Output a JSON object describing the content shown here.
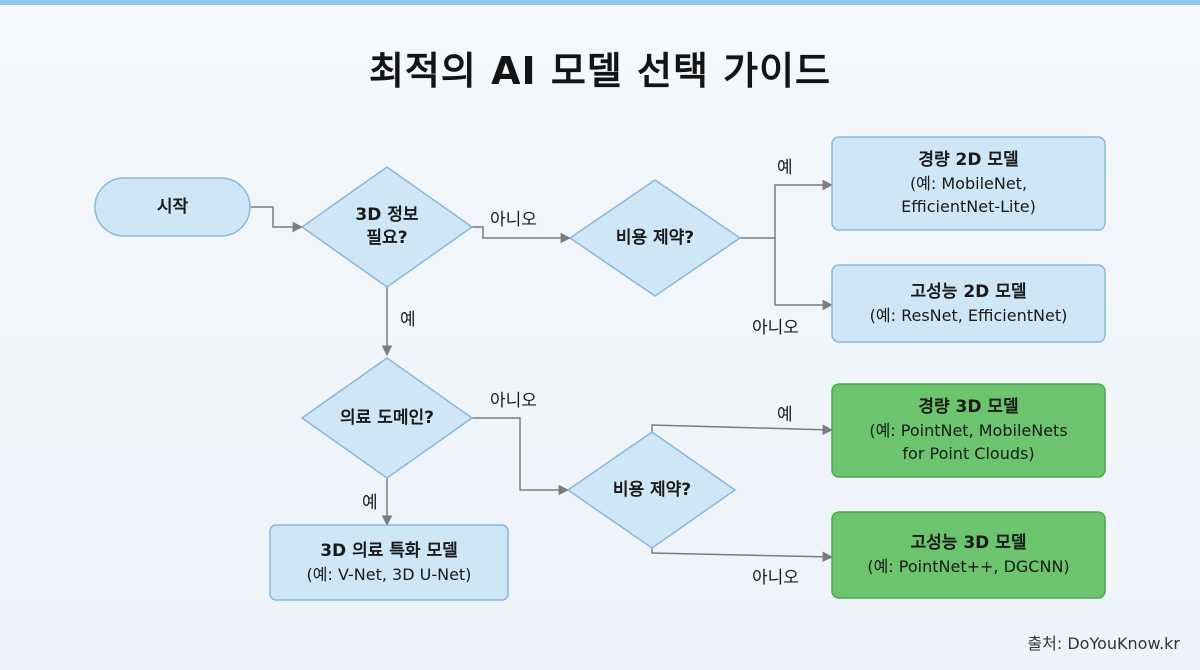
{
  "title": "최적의 AI 모델 선택 가이드",
  "nodes": {
    "start": "시작",
    "need3d": [
      "3D 정보",
      "필요?"
    ],
    "cost2d": "비용 제약?",
    "medical": "의료 도메인?",
    "cost3d": "비용 제약?",
    "light2d": {
      "title": "경량 2D 모델",
      "lines": [
        "(예: MobileNet,",
        "EfficientNet-Lite)"
      ]
    },
    "high2d": {
      "title": "고성능 2D 모델",
      "lines": [
        "(예: ResNet, EfficientNet)"
      ]
    },
    "light3d": {
      "title": "경량 3D 모델",
      "lines": [
        "(예: PointNet, MobileNets",
        "for Point Clouds)"
      ]
    },
    "high3d": {
      "title": "고성능 3D 모델",
      "lines": [
        "(예: PointNet++, DGCNN)"
      ]
    },
    "med3d": {
      "title": "3D 의료 특화 모델",
      "lines": [
        "(예: V-Net, 3D U-Net)"
      ]
    }
  },
  "edge_labels": {
    "need3d_no": "아니오",
    "need3d_yes": "예",
    "cost2d_yes": "예",
    "cost2d_no": "아니오",
    "medical_no": "아니오",
    "medical_yes": "예",
    "cost3d_yes": "예",
    "cost3d_no": "아니오"
  },
  "source": "출처: DoYouKnow.kr",
  "colors": {
    "blue_fill": "#cfe6f7",
    "blue_stroke": "#86b8dc",
    "green_fill": "#6cc46e",
    "green_stroke": "#4ea351",
    "connector": "#7c7c7c"
  }
}
